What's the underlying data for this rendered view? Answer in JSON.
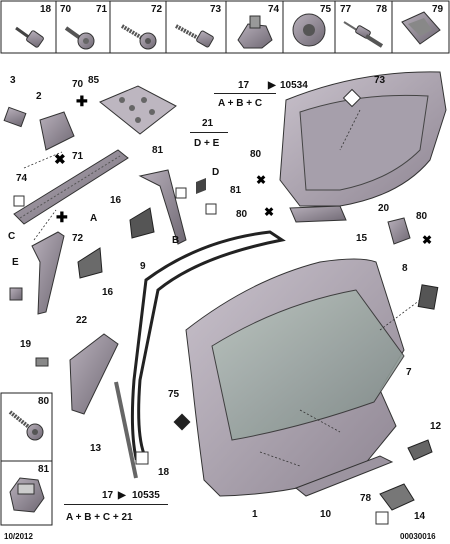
{
  "header_parts": [
    "18",
    "70",
    "71",
    "72",
    "73",
    "74",
    "75",
    "77",
    "78",
    "79"
  ],
  "side_parts": [
    "80",
    "81"
  ],
  "callouts": {
    "c3": "3",
    "c2": "2",
    "c70": "70",
    "c71": "71",
    "c85": "85",
    "c74": "74",
    "cA1": "A",
    "cC": "C",
    "c72": "72",
    "cE": "E",
    "c16a": "16",
    "c16b": "16",
    "c9": "9",
    "c81a": "81",
    "c81b": "81",
    "cD": "D",
    "cB": "B",
    "c73": "73",
    "c80a": "80",
    "c80b": "80",
    "c20": "20",
    "c80c": "80",
    "c15": "15",
    "c8": "8",
    "c7": "7",
    "c22": "22",
    "c19": "19",
    "c75": "75",
    "c13": "13",
    "c18": "18",
    "c12": "12",
    "c1": "1",
    "c10": "10",
    "c78": "78",
    "c14": "14"
  },
  "references": {
    "top": {
      "num": "17",
      "arrow": "▶",
      "code": "10534",
      "combo": "A + B + C"
    },
    "mid": {
      "num": "21",
      "combo": "D + E"
    },
    "bottom": {
      "num": "17",
      "arrow": "▶",
      "code": "10535",
      "combo": "A + B + C + 21"
    }
  },
  "footer": {
    "date": "10/2012",
    "doc_id": "00030016"
  }
}
